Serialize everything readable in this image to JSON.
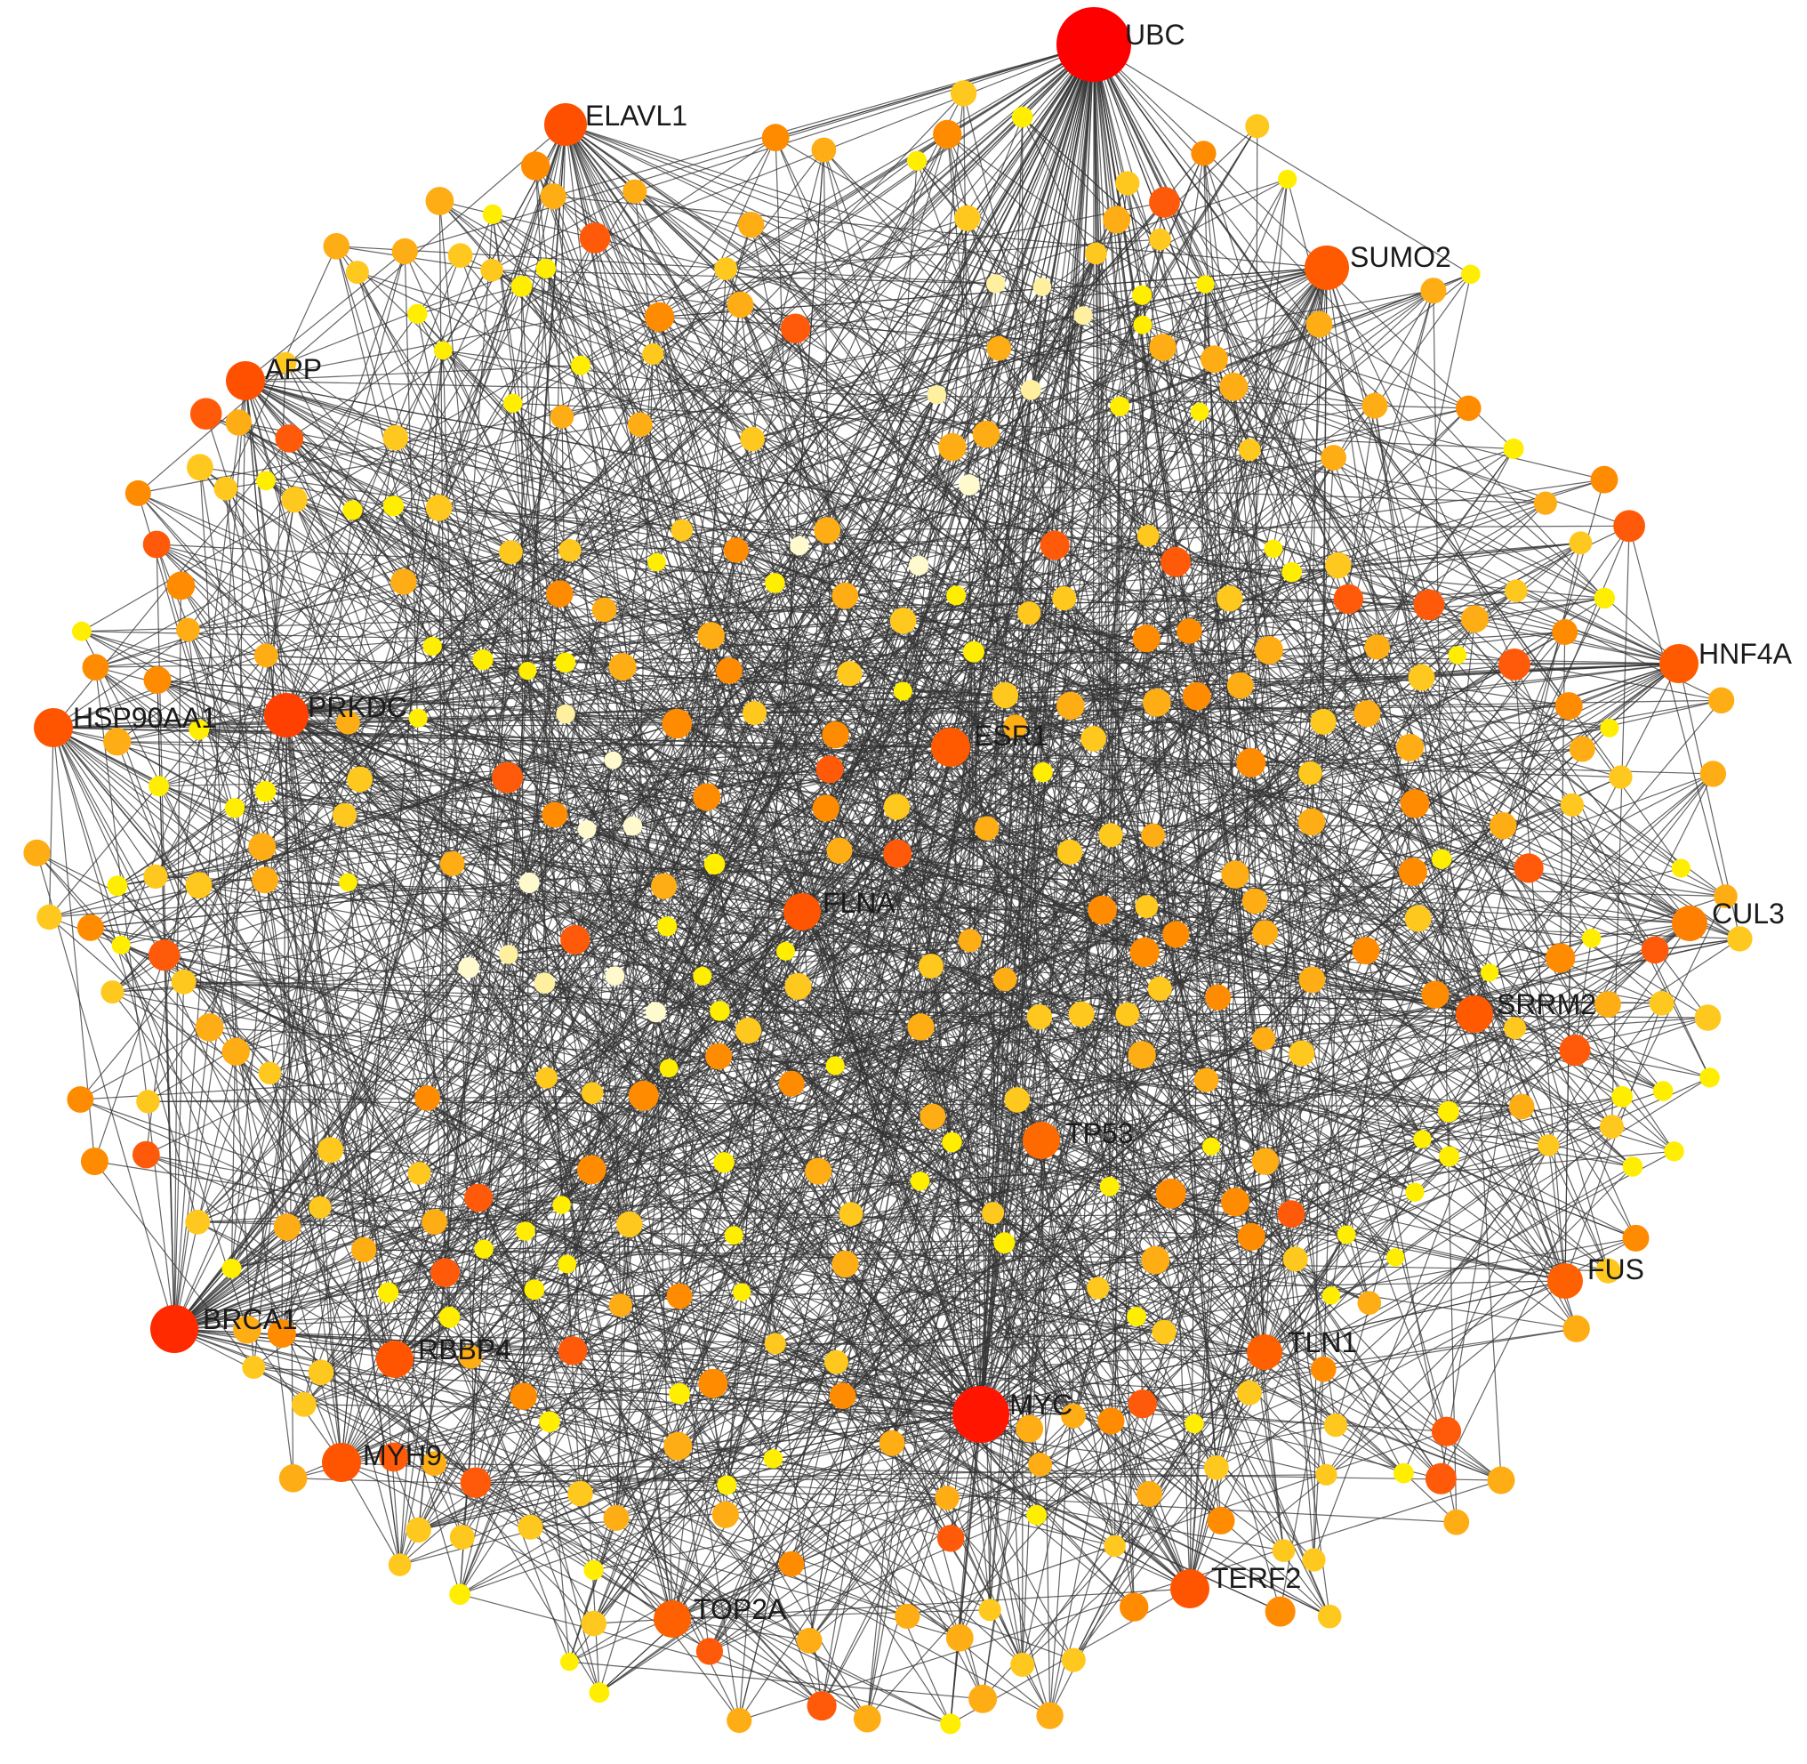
{
  "diagram": {
    "type": "protein-protein interaction network",
    "colors": {
      "edge": "#333333",
      "hub_red": "#ff0000",
      "red_orange": "#ff3300",
      "orange_red": "#ff5a0a",
      "orange": "#ff8c00",
      "light_orange": "#ffad14",
      "yellow_orange": "#ffc81e",
      "yellow": "#ffee00",
      "pale_yellow": "#fff0a0",
      "cream": "#fffacd"
    },
    "hub_nodes": [
      {
        "label": "UBC",
        "color": "#ff0000"
      },
      {
        "label": "MYC",
        "color": "#ff1500"
      },
      {
        "label": "BRCA1",
        "color": "#ff2a00"
      },
      {
        "label": "ELAVL1",
        "color": "#ff5000"
      },
      {
        "label": "SUMO2",
        "color": "#ff5a00"
      },
      {
        "label": "APP",
        "color": "#ff5000"
      },
      {
        "label": "PRKDC",
        "color": "#ff4000"
      },
      {
        "label": "HSP90AA1",
        "color": "#ff5500"
      },
      {
        "label": "HNF4A",
        "color": "#ff5a00"
      },
      {
        "label": "ESR1",
        "color": "#ff5a00"
      },
      {
        "label": "FLNA",
        "color": "#ff5500"
      },
      {
        "label": "CUL3",
        "color": "#ff8000"
      },
      {
        "label": "SRRM2",
        "color": "#ff5a00"
      },
      {
        "label": "TP53",
        "color": "#ff6a00"
      },
      {
        "label": "FUS",
        "color": "#ff6000"
      },
      {
        "label": "TLN1",
        "color": "#ff6000"
      },
      {
        "label": "RBBP4",
        "color": "#ff5500"
      },
      {
        "label": "MYH9",
        "color": "#ff5500"
      },
      {
        "label": "TERF2",
        "color": "#ff5500"
      },
      {
        "label": "TOP2A",
        "color": "#ff6000"
      }
    ]
  }
}
